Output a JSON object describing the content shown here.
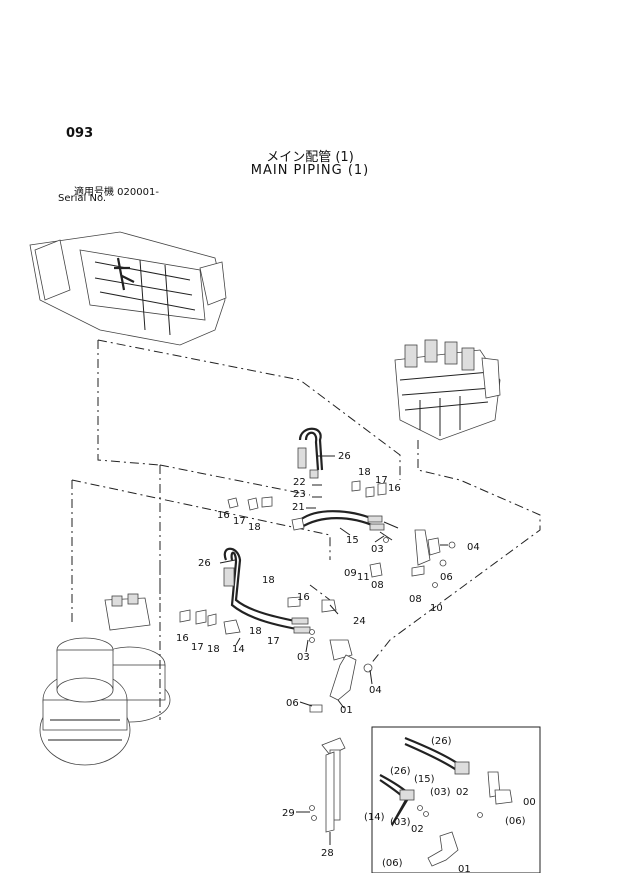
{
  "header": {
    "page_number": "093",
    "title_jp": "メイン配管 (1)",
    "title_en": "MAIN PIPING (1)",
    "serial_line1": "適用号機 020001-",
    "serial_line2": "Serial No."
  },
  "callouts": {
    "c26a": "26",
    "c18a": "18",
    "c17a": "17",
    "c16a": "16",
    "c22": "22",
    "c23": "23",
    "c21": "21",
    "c16b": "16",
    "c17b": "17",
    "c18b": "18",
    "c15": "15",
    "c03a": "03",
    "c04a": "04",
    "c09": "09",
    "c11": "11",
    "c08a": "08",
    "c06a": "06",
    "c08b": "08",
    "c10": "10",
    "c26b": "26",
    "c18c": "18",
    "c16c": "16",
    "c24": "24",
    "c16d": "16",
    "c17c": "17",
    "c18d": "18",
    "c14": "14",
    "c18e": "18",
    "c17d": "17",
    "c03b": "03",
    "c04b": "04",
    "c06b": "06",
    "c01a": "01",
    "c29": "29",
    "c28": "28"
  },
  "inset_callouts": {
    "i26": "(26)",
    "i26b": "(26)",
    "i15": "(15)",
    "i03a": "(03)",
    "i02a": "02",
    "i00a": "00",
    "i14": "(14)",
    "i03b": "(03)",
    "i02b": "02",
    "i06a": "(06)",
    "i06b": "(06)",
    "i01": "01"
  }
}
